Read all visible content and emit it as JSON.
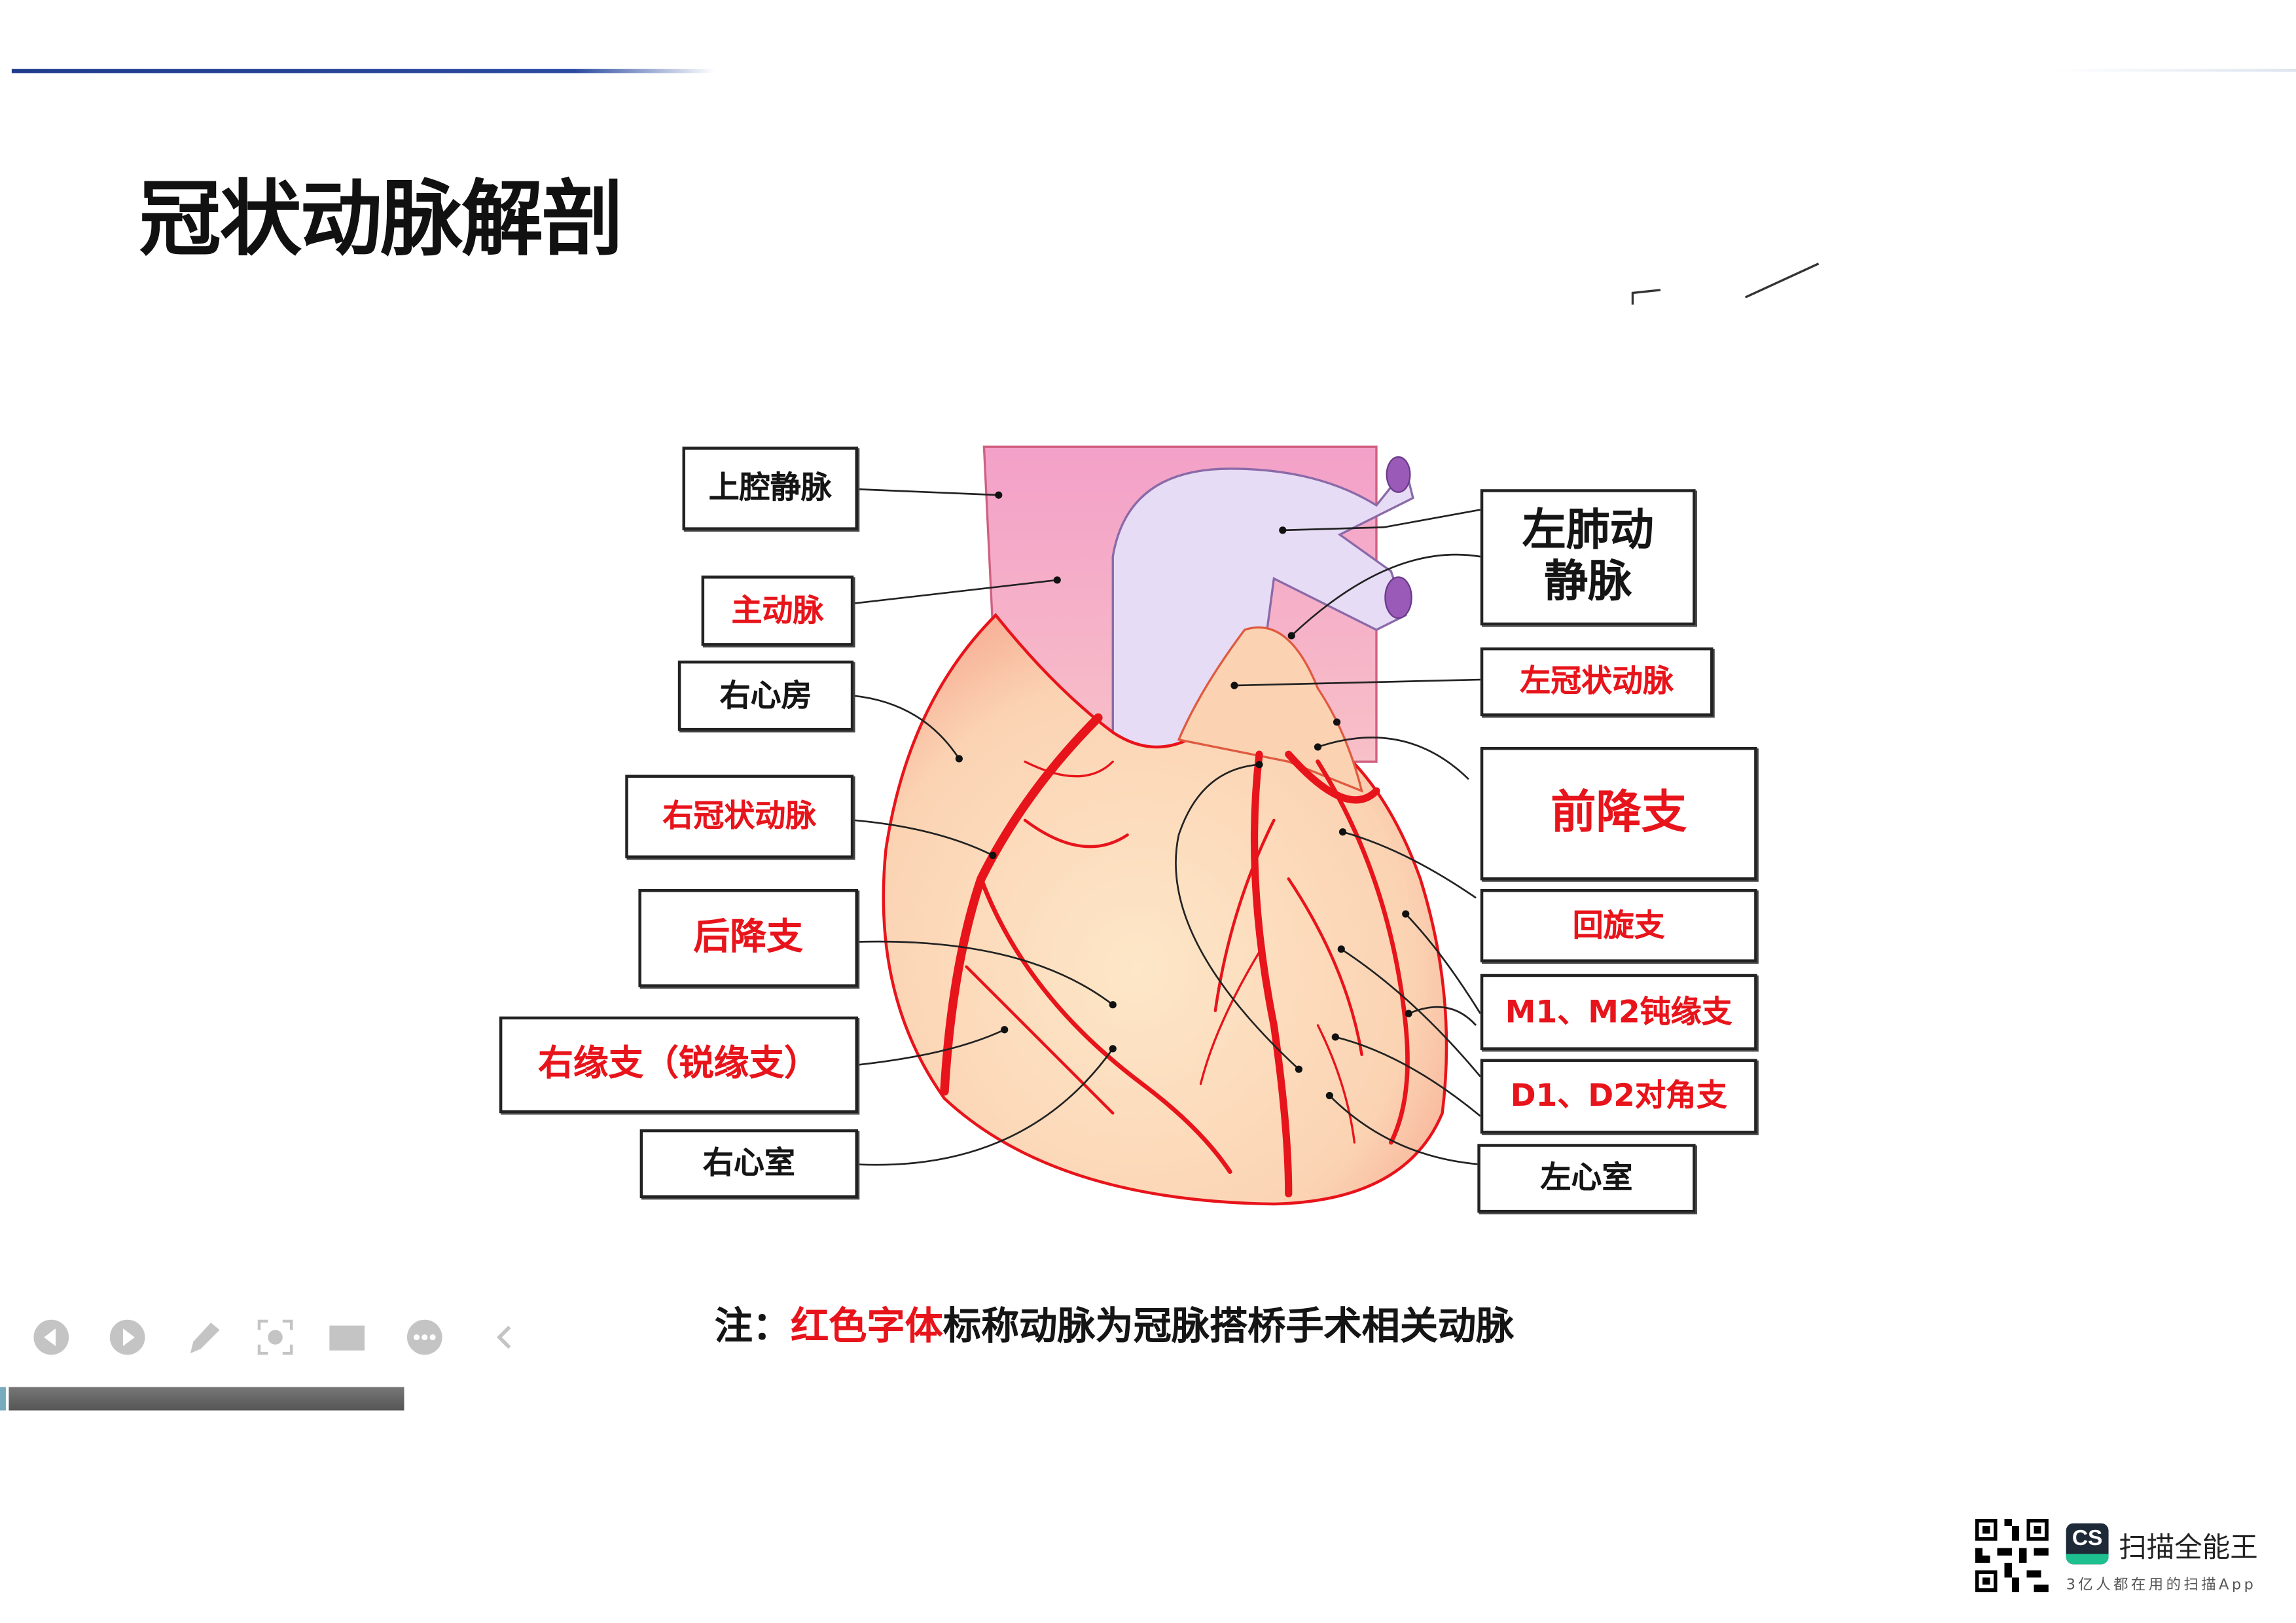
{
  "slide": {
    "title": "冠状动脉解剖",
    "labels_left": [
      {
        "text": "上腔静脉",
        "color": "black"
      },
      {
        "text": "主动脉",
        "color": "red"
      },
      {
        "text": "右心房",
        "color": "black"
      },
      {
        "text": "右冠状动脉",
        "color": "red"
      },
      {
        "text": "后降支",
        "color": "red"
      },
      {
        "text": "右缘支（锐缘支）",
        "color": "red"
      },
      {
        "text": "右心室",
        "color": "black"
      }
    ],
    "labels_right": [
      {
        "text": "左肺动静脉",
        "line1": "左肺动",
        "line2": "静脉",
        "color": "black"
      },
      {
        "text": "左冠状动脉",
        "color": "red"
      },
      {
        "text": "前降支",
        "color": "red"
      },
      {
        "text": "回旋支",
        "color": "red"
      },
      {
        "text": "M1、M2钝缘支",
        "color": "red"
      },
      {
        "text": "D1、D2对角支",
        "color": "red"
      },
      {
        "text": "左心室",
        "color": "black"
      }
    ],
    "note": {
      "prefix": "注：",
      "highlight": "红色字体",
      "rest": "标称动脉为冠脉搭桥手术相关动脉"
    }
  },
  "player_toolbar": {
    "icons": [
      "previous-icon",
      "next-icon",
      "pen-icon",
      "screenshot-icon",
      "camera-icon",
      "more-icon",
      "collapse-chevron-icon"
    ]
  },
  "watermark": {
    "logo_text": "CS",
    "app_name": "扫描全能王",
    "tagline": "3亿人都在用的扫描App"
  },
  "colors": {
    "red": "#e8141b",
    "accent_line": "#1f3b8c",
    "logo_green": "#1fc08f",
    "logo_dark": "#1e2a38"
  }
}
